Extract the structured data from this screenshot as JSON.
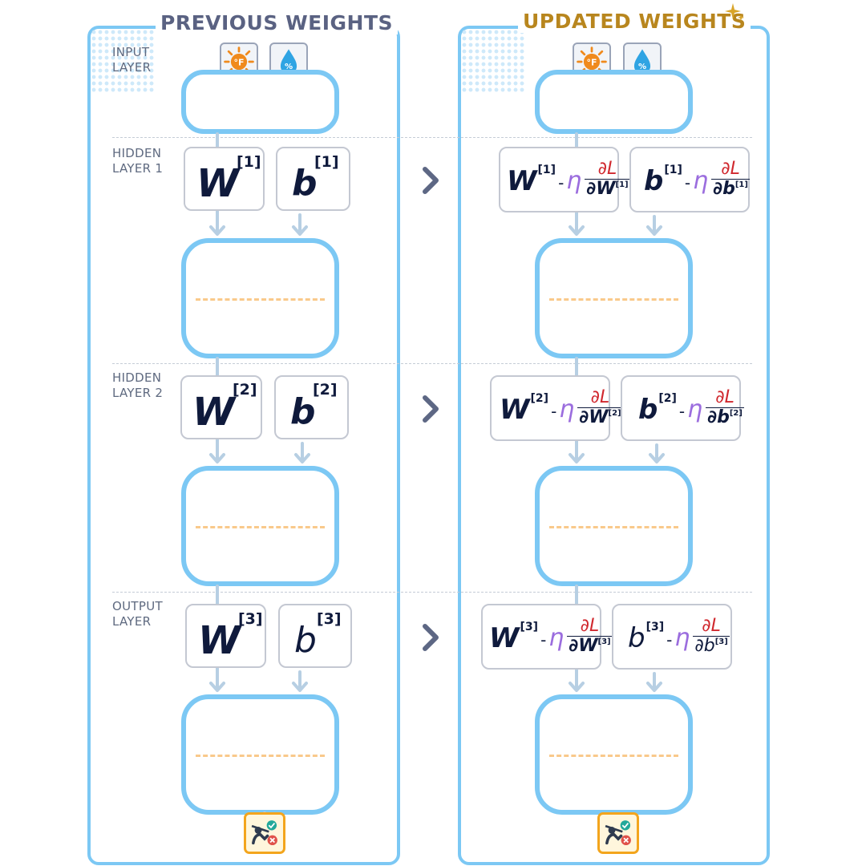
{
  "titles": {
    "previous": "PREVIOUS WEIGHTS",
    "updated": "UPDATED WEIGHTS"
  },
  "layer_labels": {
    "input": [
      "INPUT",
      "LAYER"
    ],
    "hidden1": [
      "HIDDEN",
      "LAYER 1"
    ],
    "hidden2": [
      "HIDDEN",
      "LAYER 2"
    ],
    "output": [
      "OUTPUT",
      "LAYER"
    ]
  },
  "input_icons": [
    "temperature-fahrenheit-icon",
    "humidity-percent-icon"
  ],
  "output_icon": "classification-check-cross-icon",
  "previous": {
    "l1": {
      "w": "W",
      "w_sup": "[1]",
      "b": "b",
      "b_sup": "[1]"
    },
    "l2": {
      "w": "W",
      "w_sup": "[2]",
      "b": "b",
      "b_sup": "[2]"
    },
    "l3": {
      "w": "W",
      "w_sup": "[3]",
      "b": "b",
      "b_sup": "[3]"
    }
  },
  "updated": {
    "minus": "-",
    "eta": "η",
    "partial_L": "∂L",
    "l1": {
      "w": "W",
      "w_sup": "[1]",
      "w_den": "∂W",
      "b": "b",
      "b_sup": "[1]",
      "b_den": "∂b"
    },
    "l2": {
      "w": "W",
      "w_sup": "[2]",
      "w_den": "∂W",
      "b": "b",
      "b_sup": "[2]",
      "b_den": "∂b"
    },
    "l3": {
      "w": "W",
      "w_sup": "[3]",
      "w_den": "∂W",
      "b": "b",
      "b_sup": "[3]",
      "b_den": "∂b"
    }
  },
  "colors": {
    "panel_border": "#7cc8f4",
    "previous_title": "#5a6282",
    "updated_title": "#b8861e",
    "dash": "#f9c98b",
    "eta": "#9b6dde",
    "loss": "#d0282e",
    "chevron": "#5d6784"
  }
}
